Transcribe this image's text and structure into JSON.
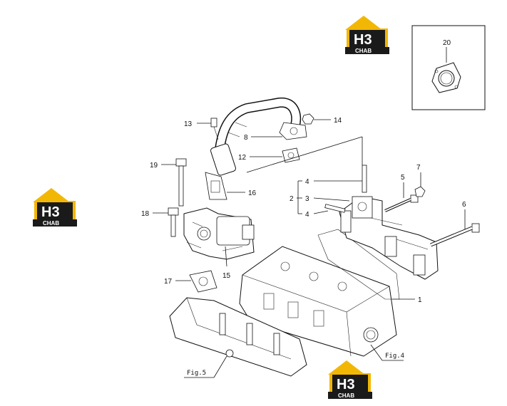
{
  "callouts": {
    "p1": "1",
    "p2": "2",
    "p3": "3",
    "p4a": "4",
    "p4b": "4",
    "p5": "5",
    "p6": "6",
    "p7": "7",
    "p8": "8",
    "p12": "12",
    "p13": "13",
    "p14": "14",
    "p15": "15",
    "p16": "16",
    "p17": "17",
    "p18": "18",
    "p19": "19",
    "p20": "20"
  },
  "figure_refs": {
    "fig4": "Fig.4",
    "fig5": "Fig.5"
  },
  "watermark": {
    "letters": "H3",
    "word": "CHAB",
    "accent_color": "#f2b705",
    "dark_color": "#1a1a1a"
  }
}
